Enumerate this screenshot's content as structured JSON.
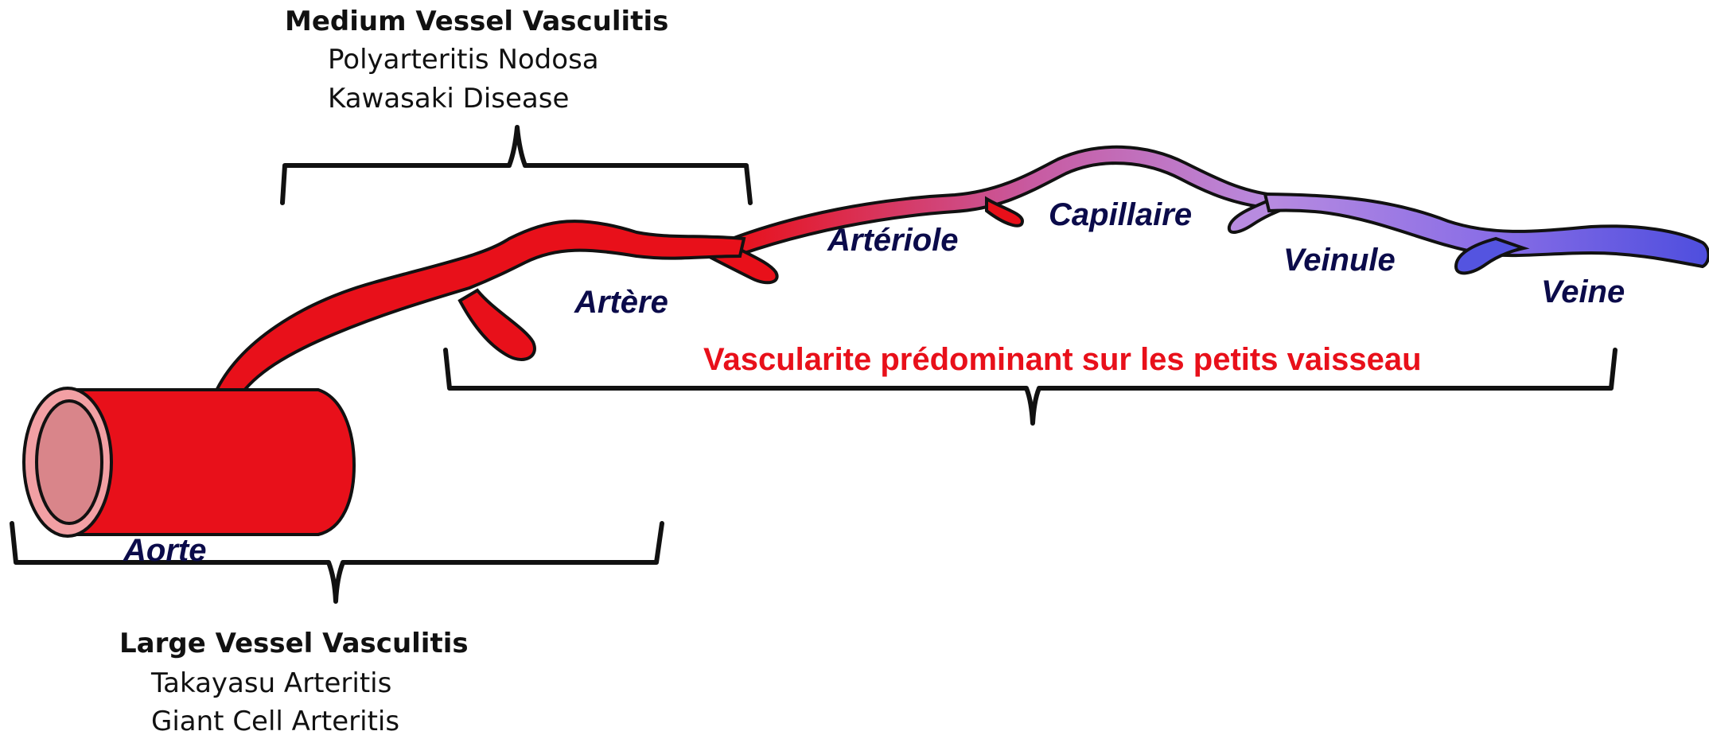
{
  "medium_group": {
    "title": "Medium Vessel Vasculitis",
    "items": [
      "Polyarteritis Nodosa",
      "Kawasaki Disease"
    ]
  },
  "large_group": {
    "title": "Large Vessel Vasculitis",
    "items": [
      "Takayasu Arteritis",
      "Giant Cell Arteritis"
    ]
  },
  "small_group": {
    "label": "Vascularite prédominant sur les petits vaisseau"
  },
  "vessels": {
    "aorte": "Aorte",
    "artere": "Artère",
    "arteriole": "Artériole",
    "capillaire": "Capillaire",
    "veinule": "Veinule",
    "veine": "Veine"
  },
  "colors": {
    "artery_red": "#e8101a",
    "vessel_outline": "#111111",
    "lumen_pink": "#d9858a",
    "venule_lilac": "#b88be0",
    "vein_blue": "#5454e0",
    "vessel_label": "#0b0b4a",
    "small_label_red": "#e8101a"
  }
}
